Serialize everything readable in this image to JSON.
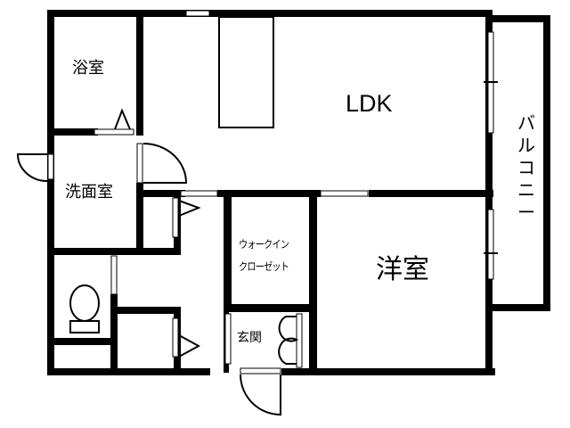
{
  "floor_plan": {
    "colors": {
      "wall": "#000000",
      "background": "#ffffff",
      "window": "#ffffff"
    },
    "rooms": {
      "bathroom": {
        "label": "浴室"
      },
      "washroom": {
        "label": "洗面室"
      },
      "ldk": {
        "label": "LDK"
      },
      "walk_in_closet": {
        "label_line1": "ウォークイン",
        "label_line2": "クローゼット"
      },
      "western_room": {
        "label": "洋室"
      },
      "entrance": {
        "label": "玄関"
      },
      "balcony": {
        "chars": [
          "バ",
          "ル",
          "コ",
          "ニ",
          "ー"
        ]
      },
      "toilet": {
        "label": ""
      }
    }
  }
}
